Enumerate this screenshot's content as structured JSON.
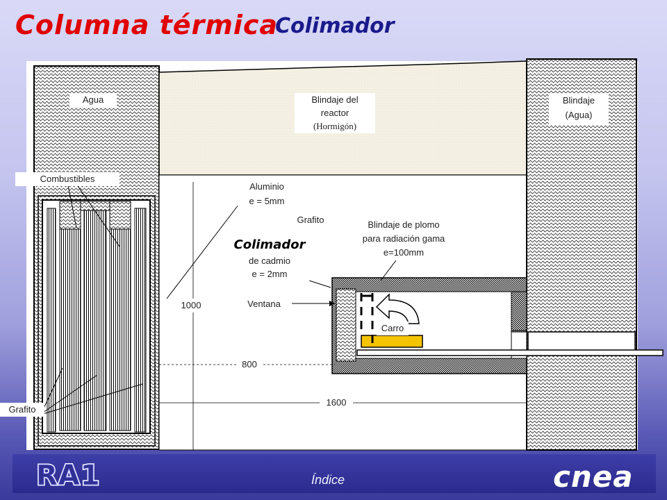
{
  "header": {
    "title": "Columna térmica",
    "subtitle": "Colimador"
  },
  "labels": {
    "agua": "Agua",
    "blindaje_reactor": [
      "Blindaje del",
      "reactor",
      "(Hormigón)"
    ],
    "blindaje_agua": [
      "Blindaje",
      "(Agua)"
    ],
    "combustibles": "Combustibles",
    "aluminio": [
      "Aluminio",
      "e = 5mm"
    ],
    "grafito_top": "Grafito",
    "blindaje_plomo": [
      "Blindaje de plomo",
      "para radiación gama",
      "e=100mm"
    ],
    "colimador": {
      "name": "Colimador",
      "line1": "de cadmio",
      "line2": "e = 2mm"
    },
    "ventana": "Ventana",
    "carro": "Carro",
    "dim_1000": "1000",
    "dim_800": "800",
    "dim_1600": "1600",
    "grafito_bottom": "Grafito"
  },
  "footer": {
    "logo_text": "RA1",
    "indice": "Índice",
    "brand": "cnea"
  },
  "colors": {
    "title": "#e00000",
    "subtitle": "#1a1a8c",
    "concrete": "#f4f1e4",
    "carro": "#f5c400",
    "footer": "#2f2f94"
  }
}
